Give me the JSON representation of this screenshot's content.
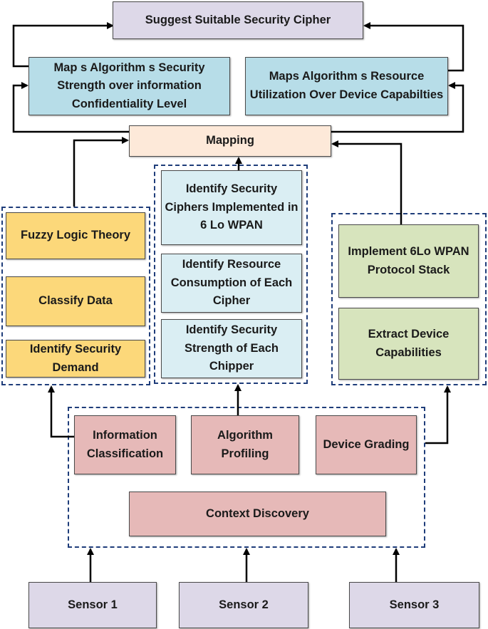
{
  "top": {
    "suggest": "Suggest Suitable Security Cipher"
  },
  "maps": {
    "left": "Map s Algorithm s Security Strength over information Confidentiality Level",
    "right": "Maps Algorithm s Resource Utilization Over Device Capabilties"
  },
  "mapping": "Mapping",
  "left_group": {
    "fuzzy": "Fuzzy Logic Theory",
    "classify": "Classify Data",
    "demand": "Identify Security Demand"
  },
  "middle_group": {
    "ciphers": "Identify Security Ciphers Implemented in 6 Lo WPAN",
    "resource": "Identify Resource Consumption of Each Cipher",
    "strength": "Identify Security Strength of Each Chipper"
  },
  "right_group": {
    "implement": "Implement 6Lo WPAN Protocol Stack",
    "extract": "Extract Device Capabilities"
  },
  "context_group": {
    "info": "Information Classification",
    "algo": "Algorithm Profiling",
    "device": "Device Grading",
    "discovery": "Context Discovery"
  },
  "sensors": [
    "Sensor 1",
    "Sensor 2",
    "Sensor 3"
  ]
}
